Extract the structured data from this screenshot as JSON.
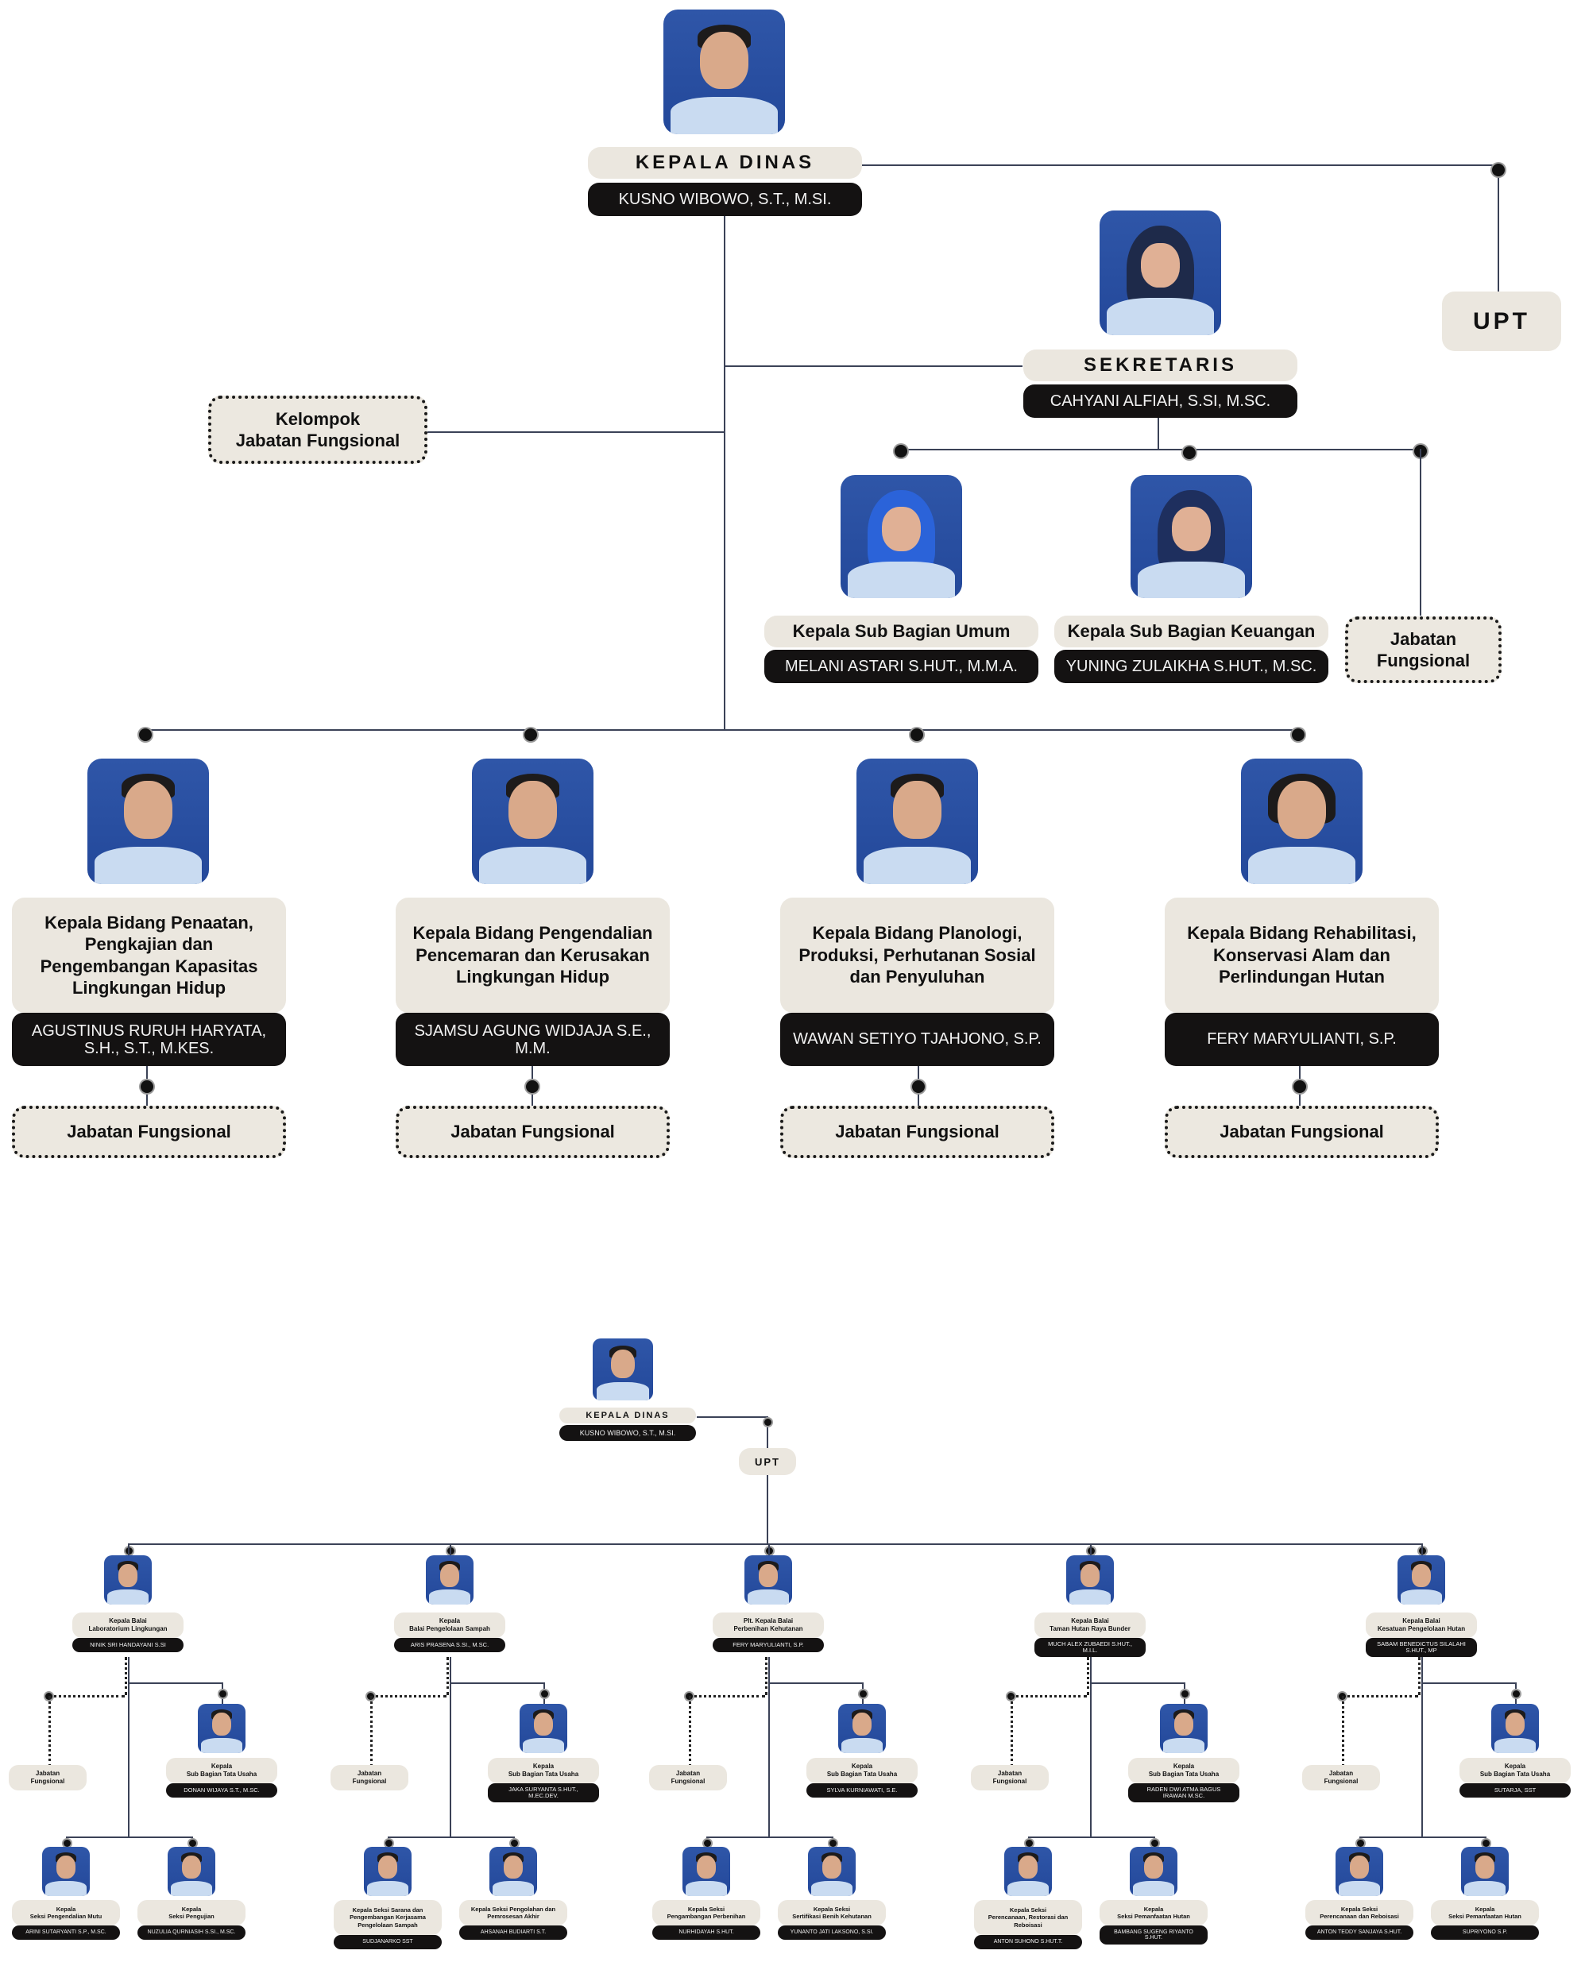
{
  "main_chart": {
    "kepala_dinas": {
      "title": "KEPALA DINAS",
      "name": "KUSNO WIBOWO, S.T., M.SI."
    },
    "upt": {
      "label": "UPT"
    },
    "sekretaris": {
      "title": "SEKRETARIS",
      "name": "CAHYANI ALFIAH, S.SI, M.SC."
    },
    "kelompok_jf": {
      "label": "Kelompok\nJabatan Fungsional"
    },
    "subbagian": [
      {
        "title": "Kepala Sub Bagian Umum",
        "name": "MELANI ASTARI S.HUT., M.M.A."
      },
      {
        "title": "Kepala Sub Bagian Keuangan",
        "name": "YUNING ZULAIKHA S.HUT., M.SC."
      }
    ],
    "sekretariat_jf": {
      "label": "Jabatan\nFungsional"
    },
    "bidang": [
      {
        "title": "Kepala Bidang Penaatan,\nPengkajian dan\nPengembangan Kapasitas\nLingkungan Hidup",
        "name": "AGUSTINUS RURUH HARYATA,\nS.H., S.T., M.KES.",
        "jf": "Jabatan Fungsional"
      },
      {
        "title": "Kepala Bidang Pengendalian\nPencemaran dan Kerusakan\nLingkungan Hidup",
        "name": "SJAMSU AGUNG WIDJAJA S.E.,\nM.M.",
        "jf": "Jabatan Fungsional"
      },
      {
        "title": "Kepala Bidang Planologi,\nProduksi, Perhutanan Sosial\ndan Penyuluhan",
        "name": "WAWAN SETIYO TJAHJONO, S.P.",
        "jf": "Jabatan Fungsional"
      },
      {
        "title": "Kepala Bidang Rehabilitasi,\nKonservasi Alam dan\nPerlindungan Hutan",
        "name": "FERY MARYULIANTI, S.P.",
        "jf": "Jabatan Fungsional"
      }
    ]
  },
  "upt_chart": {
    "kepala_dinas": {
      "title": "KEPALA DINAS",
      "name": "KUSNO WIBOWO, S.T., M.SI."
    },
    "upt": {
      "label": "UPT"
    },
    "balai": [
      {
        "title": "Kepala Balai\nLaboratorium Lingkungan",
        "name": "NINIK SRI HANDAYANI  S.SI",
        "jf": "Jabatan\nFungsional",
        "tu": {
          "title": "Kepala\nSub Bagian Tata Usaha",
          "name": "DONAN WIJAYA S.T., M.SC."
        },
        "seksi": [
          {
            "title": "Kepala\nSeksi Pengendalian Mutu",
            "name": "ARINI SUTARYANTI S.P., M.SC."
          },
          {
            "title": "Kepala\nSeksi Pengujian",
            "name": "NUZULIA QURNIASIH S.SI., M.SC."
          }
        ]
      },
      {
        "title": "Kepala\nBalai  Pengelolaan Sampah",
        "name": "ARIS PRASENA S.SI., M.SC.",
        "jf": "Jabatan\nFungsional",
        "tu": {
          "title": "Kepala\nSub Bagian Tata Usaha",
          "name": "JAKA SURYANTA S.HUT.,\nM.EC.DEV."
        },
        "seksi": [
          {
            "title": "Kepala Seksi Sarana dan\nPengembangan Kerjasama\nPengelolaan Sampah",
            "name": "SUDJANARKO SST"
          },
          {
            "title": "Kepala Seksi Pengolahan dan\nPemrosesan Akhir",
            "name": "AHSANAH BUDIARTI S.T."
          }
        ]
      },
      {
        "title": "Plt. Kepala Balai\nPerbenihan Kehutanan",
        "name": "FERY MARYULIANTI, S.P.",
        "jf": "Jabatan\nFungsional",
        "tu": {
          "title": "Kepala\nSub Bagian Tata Usaha",
          "name": "SYLVA KURNIAWATI, S.E."
        },
        "seksi": [
          {
            "title": "Kepala  Seksi\nPengambangan Perbenihan",
            "name": "NURHIDAYAH S.HUT."
          },
          {
            "title": "Kepala Seksi\nSertifikasi Benih Kehutanan",
            "name": "YUNANTO JATI LAKSONO, S.SI."
          }
        ]
      },
      {
        "title": "Kepala Balai\nTaman Hutan Raya Bunder",
        "name": "MUCH ALEX ZUBAEDI S.HUT.,\nM.I.L.",
        "jf": "Jabatan\nFungsional",
        "tu": {
          "title": "Kepala\nSub Bagian Tata Usaha",
          "name": "RADEN DWI ATMA BAGUS\nIRAWAN M.SC."
        },
        "seksi": [
          {
            "title": "Kepala  Seksi\nPerencanaan, Restorasi dan\nReboisasi",
            "name": "ANTON SUHONO S.HUT.T."
          },
          {
            "title": "Kepala\nSeksi Pemanfaatan Hutan",
            "name": "BAMBANG SUGENG RIYANTO\nS.HUT."
          }
        ]
      },
      {
        "title": "Kepala Balai\nKesatuan Pengelolaan Hutan",
        "name": "SABAM BENEDICTUS SILALAHI\nS.HUT., MP",
        "jf": "Jabatan\nFungsional",
        "tu": {
          "title": "Kepala\nSub Bagian Tata Usaha",
          "name": "SUTARJA, SST"
        },
        "seksi": [
          {
            "title": "Kepala Seksi\nPerencanaan dan Reboisasi",
            "name": "ANTON TEDDY SANJAYA S.HUT."
          },
          {
            "title": "Kepala\nSeksi Pemanfaatan Hutan",
            "name": "SUPRIYONO S.P."
          }
        ]
      }
    ]
  },
  "colors": {
    "title_pill": "#ebe7df",
    "name_pill": "#141212",
    "connector": "#3b4257",
    "photo_bg": "#2a50a3"
  }
}
